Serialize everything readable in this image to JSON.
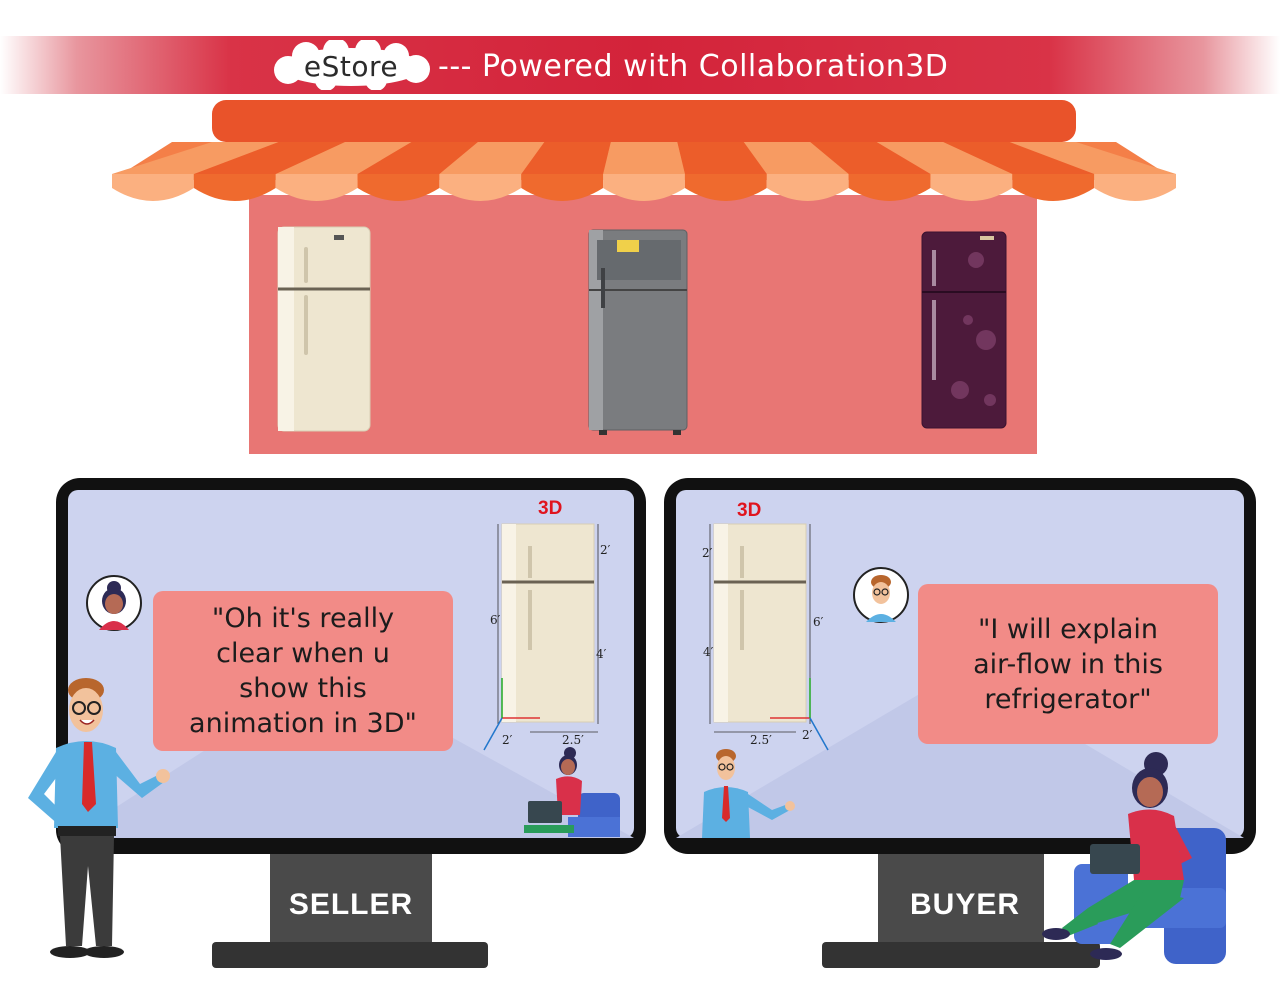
{
  "header": {
    "store_name": "eStore",
    "tagline": "--- Powered with Collaboration3D"
  },
  "store": {
    "products": [
      {
        "name": "beige-refrigerator-icon"
      },
      {
        "name": "silver-refrigerator-icon"
      },
      {
        "name": "purple-floral-refrigerator-icon"
      }
    ]
  },
  "seller_screen": {
    "stand_label": "SELLER",
    "badge": "3D",
    "speech": "\"Oh it's really\nclear when u\nshow this\nanimation  in 3D\"",
    "dims": {
      "top": "2′",
      "left": "6′",
      "right": "4′",
      "depth": "2′",
      "width": "2.5′"
    }
  },
  "buyer_screen": {
    "stand_label": "BUYER",
    "badge": "3D",
    "speech": "\"I will explain\nair-flow in this\nrefrigerator\"",
    "dims": {
      "top": "2′",
      "left": "4′",
      "right": "6′",
      "depth": "2′",
      "width": "2.5′"
    }
  },
  "colors": {
    "banner_red": "#d3233a",
    "shop_wall": "#e87674",
    "awning_dark": "#e9532a",
    "awning_light": "#fbb080",
    "screen_bg": "#cdd3ef",
    "bubble": "#f28b87",
    "badge_red": "#e0141e"
  }
}
